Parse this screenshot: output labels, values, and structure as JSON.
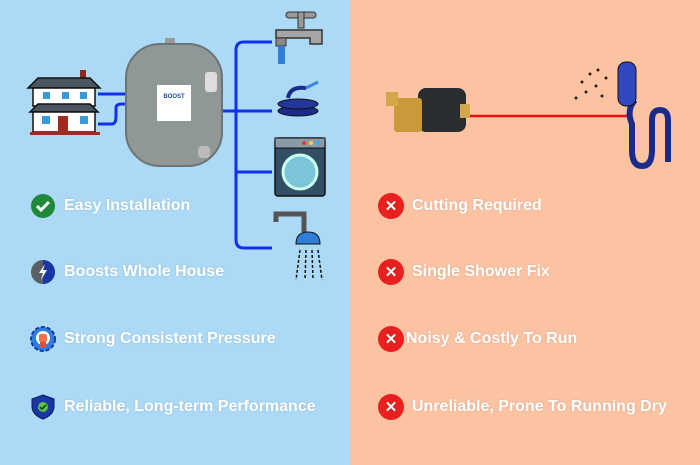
{
  "left": {
    "features": [
      {
        "label": "Easy Installation",
        "icon": "check-badge-icon"
      },
      {
        "label": "Boosts Whole House",
        "icon": "lightning-icon"
      },
      {
        "label": "Strong Consistent Pressure",
        "icon": "gear-fist-icon"
      },
      {
        "label": "Reliable, Long-term Performance",
        "icon": "shield-check-icon"
      }
    ],
    "tank_label": "BOOST"
  },
  "right": {
    "features": [
      {
        "label": "Cutting Required",
        "icon": "x-circle-icon"
      },
      {
        "label": "Single Shower Fix",
        "icon": "x-circle-icon"
      },
      {
        "label": "Noisy & Costly To Run",
        "icon": "x-circle-icon"
      },
      {
        "label": "Unreliable, Prone To Running Dry",
        "icon": "x-circle-icon"
      }
    ],
    "x_glyph": "✕"
  },
  "colors": {
    "left_bg": "#acdaf6",
    "right_bg": "#fcc3a3",
    "pipe": "#1030f0",
    "pump_line": "#e81010",
    "x_red": "#e8201f",
    "check_green": "#1f8a3a"
  }
}
